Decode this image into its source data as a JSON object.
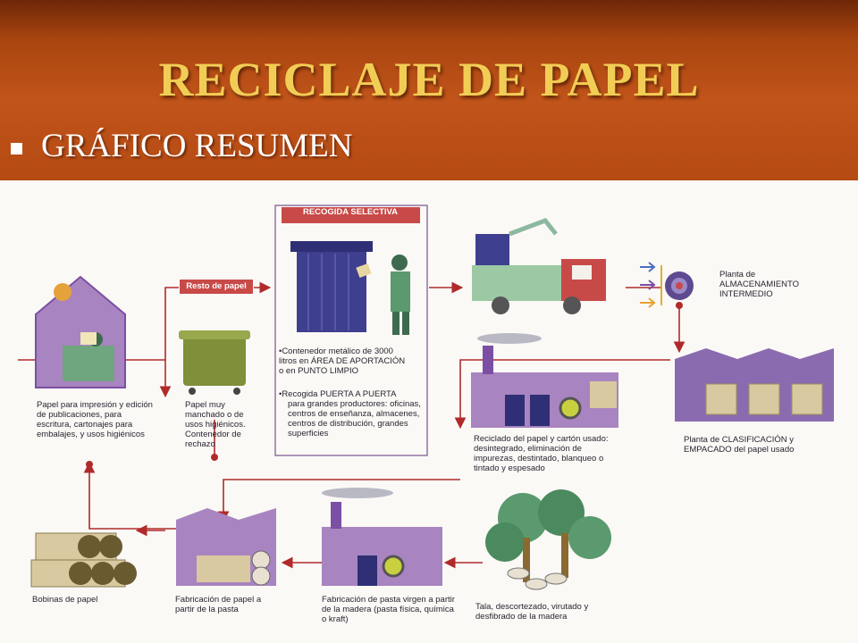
{
  "header": {
    "title": "RECICLAJE DE PAPEL",
    "subtitle": "GRÁFICO RESUMEN"
  },
  "colors": {
    "arrow": "#b02a2a",
    "purple": "#7b4fa3",
    "blue_container": "#3f3f8f",
    "green": "#5a9a6e",
    "tan": "#d8c9a0",
    "tag": "#c84a48"
  },
  "diagram": {
    "recogida_title": "RECOGIDA SELECTIVA",
    "resto_tag": "Resto de papel",
    "home_label": "Papel para impresión y edición de publicaciones, para escritura, cartonajes para embalajes, y usos higiénicos",
    "bin_label": "Papel muy manchado o de usos higiénicos. Contenedor de rechazo",
    "container_bullet1": "•Contenedor metálico de 3000 litros en ÁREA DE APORTACIÓN o en PUNTO LIMPIO",
    "container_bullet2": "•Recogida PUERTA A PUERTA",
    "container_bullet2_detail": "para grandes productores: oficinas, centros de enseñanza, almacenes, centros de distribución, grandes superficies",
    "planta_intermedio": "Planta de ALMACENAMIENTO INTERMEDIO",
    "planta_clasificacion": "Planta de CLASIFICACIÓN y EMPACADO del papel usado",
    "reciclado": "Reciclado del papel y cartón usado: desintegrado, eliminación de impurezas, destintado, blanqueo o tintado y espesado",
    "bobinas": "Bobinas de papel",
    "fabricacion_papel": "Fabricación de papel a partir de la pasta",
    "fabricacion_pasta": "Fabricación de pasta virgen a partir de la madera (pasta física, química o kraft)",
    "tala": "Tala, descortezado, virutado y desfibrado de la madera"
  }
}
